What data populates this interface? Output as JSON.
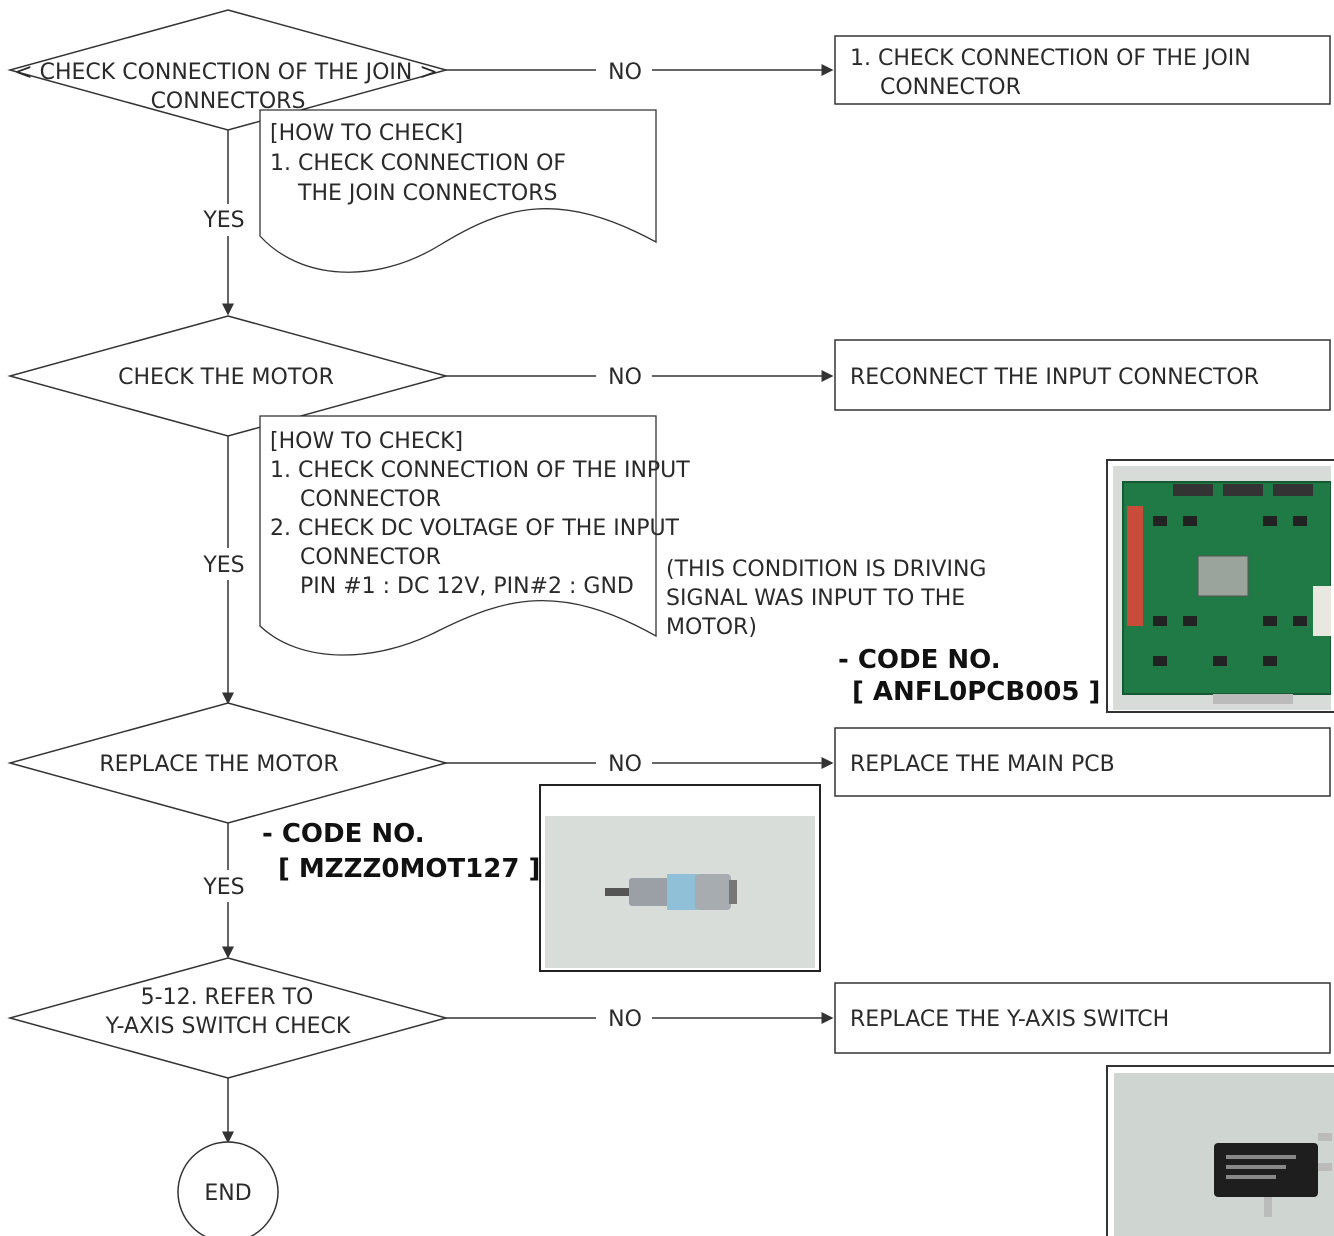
{
  "decisions": {
    "d1": {
      "line1": "< CHECK CONNECTION OF THE JOIN >",
      "line2": "CONNECTORS"
    },
    "d2": {
      "line1": "CHECK THE MOTOR"
    },
    "d3": {
      "line1": "REPLACE THE MOTOR"
    },
    "d4": {
      "line1": "5-12. REFER TO",
      "line2": "Y-AXIS SWITCH CHECK"
    }
  },
  "branch_labels": {
    "no": "NO",
    "yes": "YES"
  },
  "actions": {
    "a1": {
      "line1": "1. CHECK CONNECTION OF THE JOIN",
      "line2": "CONNECTOR"
    },
    "a2": {
      "line1": "RECONNECT THE INPUT CONNECTOR"
    },
    "a3": {
      "line1": "REPLACE THE MAIN PCB"
    },
    "a4": {
      "line1": "REPLACE THE Y-AXIS SWITCH"
    }
  },
  "notes": {
    "n1": {
      "lines": [
        "[HOW TO CHECK]",
        "1. CHECK CONNECTION OF",
        "THE JOIN CONNECTORS"
      ]
    },
    "n2": {
      "lines": [
        "[HOW TO CHECK]",
        "1. CHECK CONNECTION OF THE INPUT",
        "CONNECTOR",
        "2. CHECK DC VOLTAGE OF THE INPUT",
        "CONNECTOR",
        "PIN #1 : DC 12V, PIN#2 : GND"
      ]
    },
    "condition": {
      "lines": [
        "(THIS CONDITION IS DRIVING",
        "SIGNAL WAS INPUT TO THE",
        "MOTOR)"
      ]
    }
  },
  "codes": {
    "pcb": {
      "label": "- CODE NO.",
      "value": "[ ANFL0PCB005 ]"
    },
    "motor": {
      "label": "- CODE NO.",
      "value": "[ MZZZ0MOT127 ]"
    }
  },
  "terminal": {
    "end": "END"
  },
  "colors": {
    "line": "#333333",
    "pcb_green": "#1f7a45",
    "photo_bg": "#d9ddda"
  }
}
